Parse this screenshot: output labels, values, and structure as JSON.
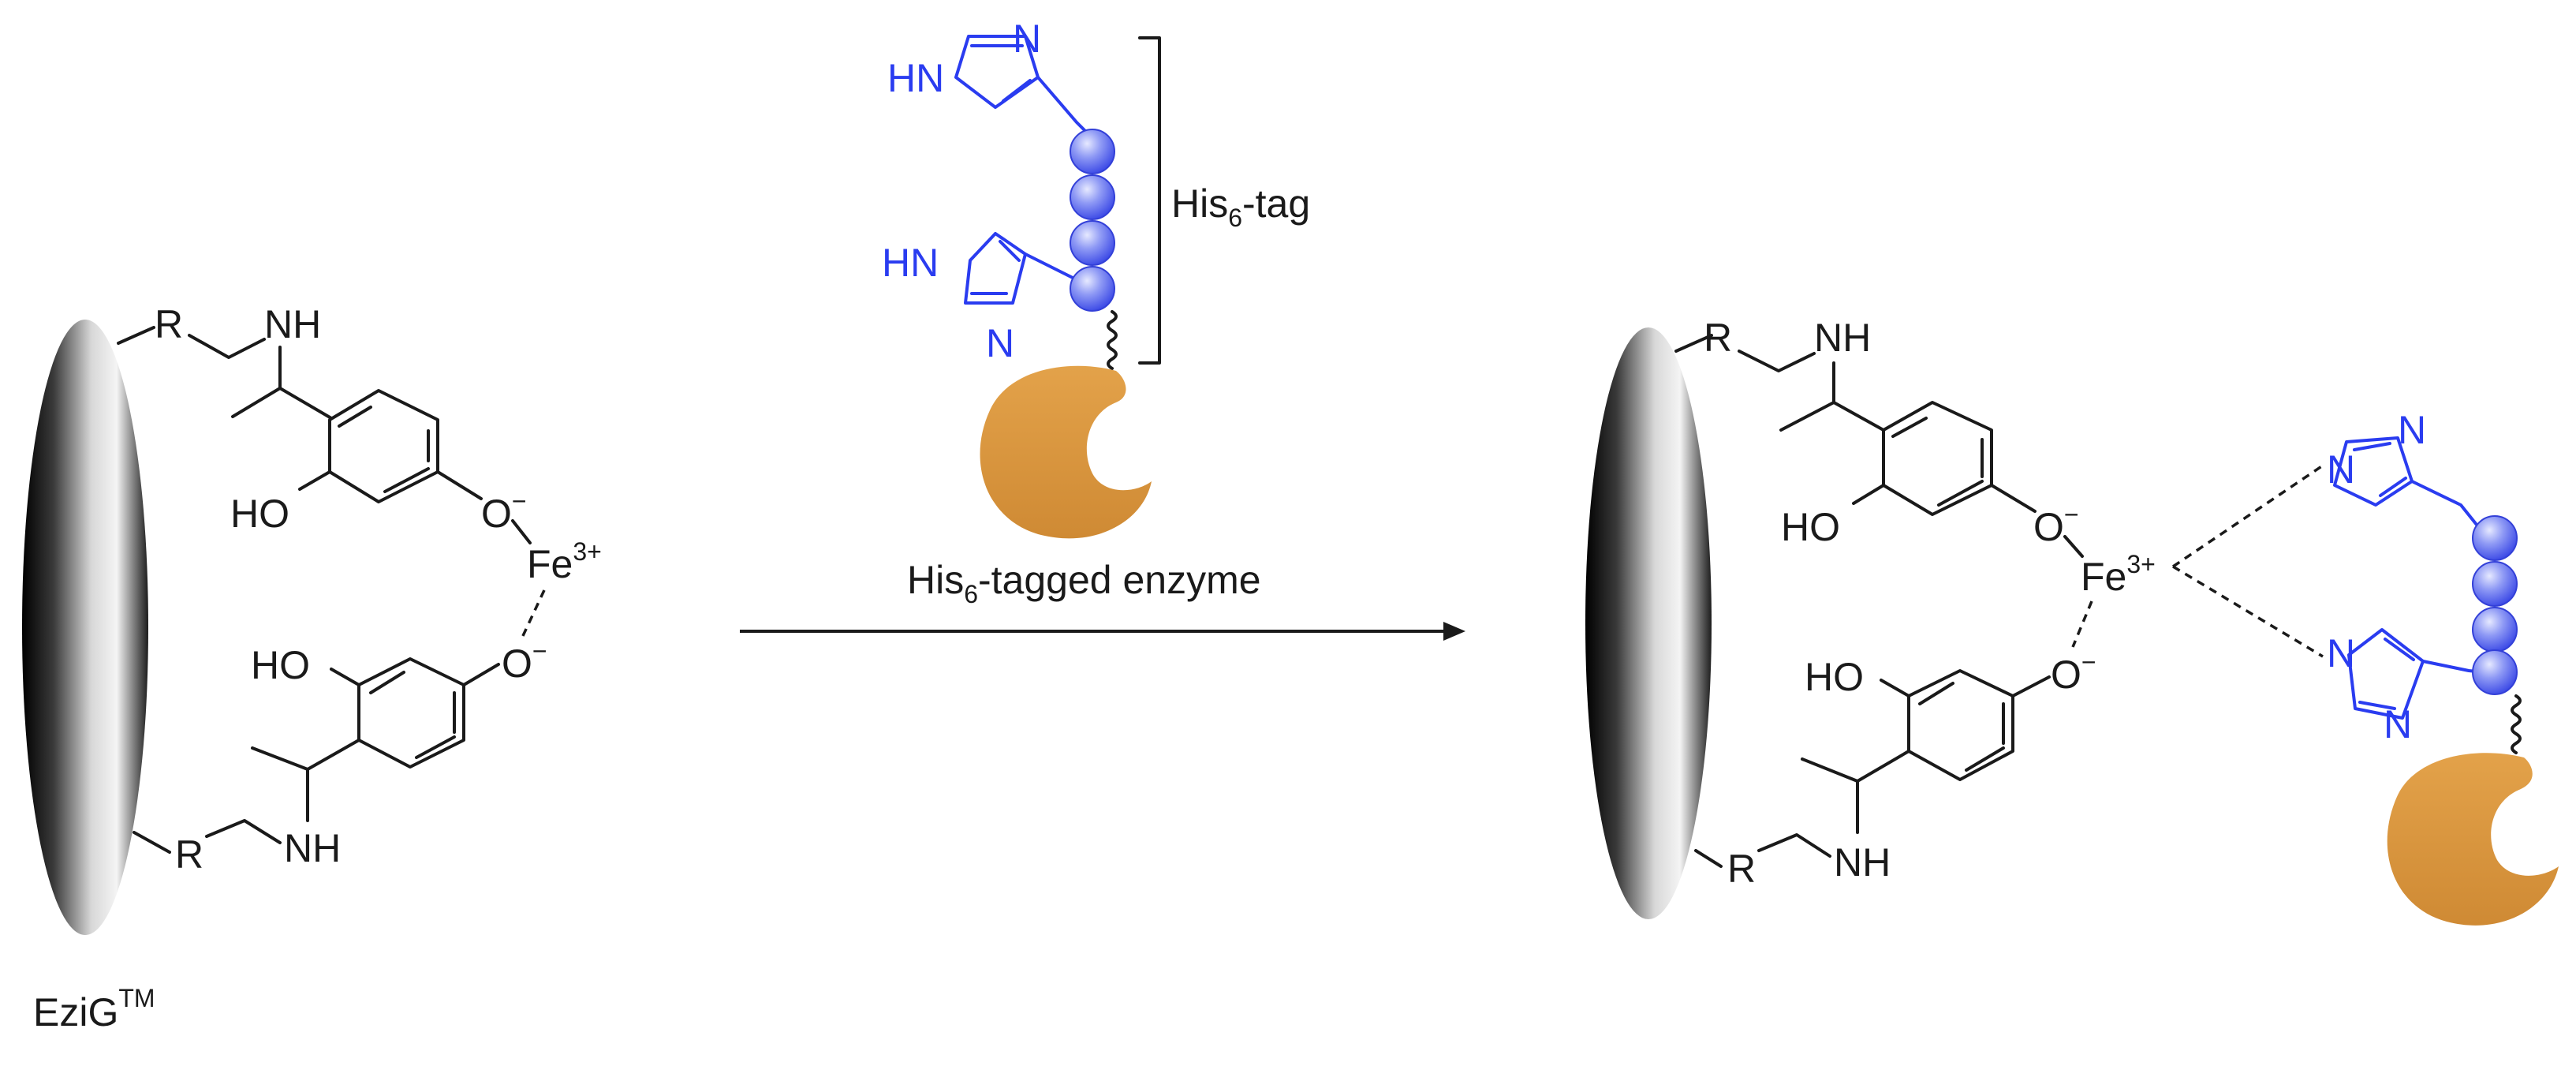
{
  "colors": {
    "bond": "#1a1a1a",
    "his_tag": "#2a3cf0",
    "bead": "#5a6af2",
    "enzyme": "#d9923a"
  },
  "icons": {
    "support": "ellipsoid-bead-icon",
    "enzyme": "crescent-enzyme-icon",
    "amino_acid": "sphere-bead-icon"
  },
  "support": {
    "name": "EziG",
    "name_sup": "TM"
  },
  "atoms": {
    "R": "R",
    "NH": "NH",
    "HO": "HO",
    "O_minus": "O",
    "minus": "−",
    "Fe": "Fe",
    "Fe_charge": "3+",
    "HN": "HN",
    "N": "N"
  },
  "tag": {
    "label_main": "His",
    "label_sub": "6",
    "label_tail": "-tag"
  },
  "reaction": {
    "label_main": "His",
    "label_sub": "6",
    "label_tail": "-tagged enzyme"
  }
}
